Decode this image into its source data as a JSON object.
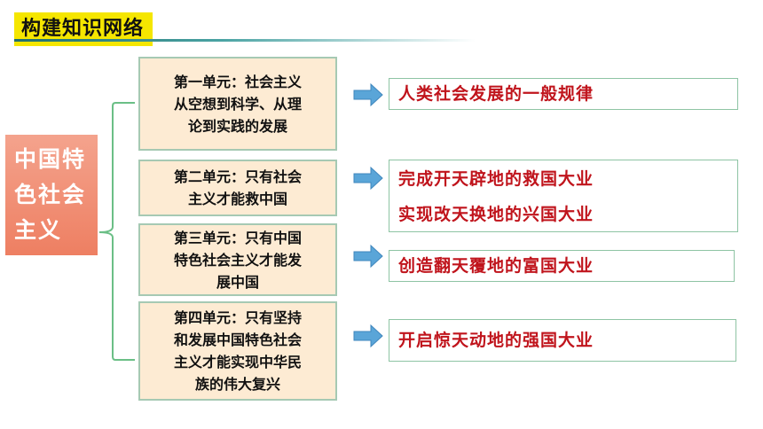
{
  "header": {
    "title": "构建知识网络"
  },
  "root": {
    "label": "中国特\n色社会\n主义"
  },
  "units": [
    {
      "text": "第一单元：社会主义\n从空想到科学、从理\n论到实践的发展"
    },
    {
      "text": "第二单元：只有社会\n主义才能救中国"
    },
    {
      "text": "第三单元：只有中国\n特色社会主义才能发\n展中国"
    },
    {
      "text": "第四单元：只有坚持\n和发展中国特色社会\n主义才能实现中华民\n族的伟大复兴"
    }
  ],
  "results": [
    {
      "lines": [
        "人类社会发展的一般规律"
      ]
    },
    {
      "lines": [
        "完成开天辟地的救国大业",
        "实现改天换地的兴国大业"
      ]
    },
    {
      "lines": [
        "创造翻天覆地的富国大业"
      ]
    },
    {
      "lines": [
        "开启惊天动地的强国大业"
      ]
    }
  ],
  "colors": {
    "title_bg": "#f5e600",
    "root_bg": "#ee7f62",
    "unit_bg": "#fdebd3",
    "unit_border": "#a6c9b3",
    "result_text": "#c0141c",
    "result_border": "#8ec4a4",
    "arrow": "#5aa5d8",
    "bracket": "#6bbf86"
  }
}
